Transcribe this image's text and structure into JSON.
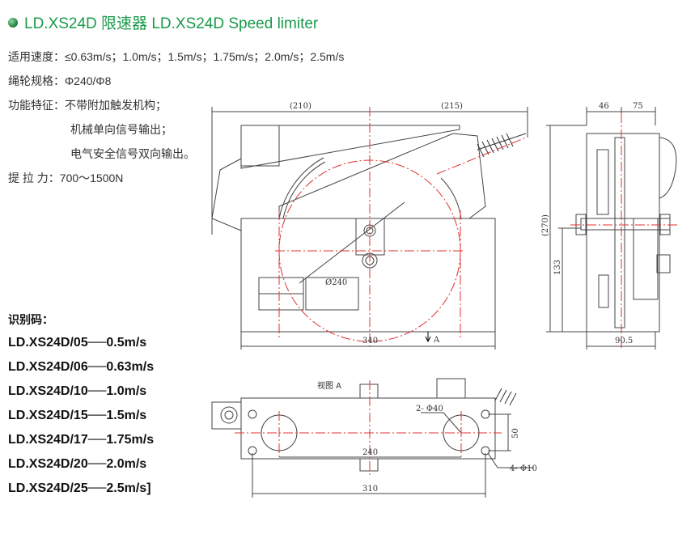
{
  "header": {
    "title": "LD.XS24D 限速器  LD.XS24D Speed limiter"
  },
  "specs": {
    "speed_label": "适用速度：",
    "speed_value": "≤0.63m/s；1.0m/s；1.5m/s；1.75m/s；2.0m/s；2.5m/s",
    "sheave_label": "绳轮规格：",
    "sheave_value": "Φ240/Φ8",
    "function_label": "功能特征：",
    "function_lines": [
      "不带附加触发机构；",
      "机械单向信号输出；",
      "电气安全信号双向输出。"
    ],
    "force_label": "提 拉 力：",
    "force_value": "700～1500N"
  },
  "codes": {
    "title": "识别码：",
    "items": [
      "LD.XS24D/05──0.5m/s",
      "LD.XS24D/06──0.63m/s",
      "LD.XS24D/10──1.0m/s",
      "LD.XS24D/15──1.5m/s",
      "LD.XS24D/17──1.75m/s",
      "LD.XS24D/20──2.0m/s",
      "LD.XS24D/25──2.5m/s]"
    ]
  },
  "drawing": {
    "front": {
      "dim_left": "(210)",
      "dim_right": "(215)",
      "dim_width": "340",
      "dim_diameter": "Ø240",
      "view_marker": "A"
    },
    "side": {
      "dim_top_left": "46",
      "dim_top_right": "75",
      "dim_height": "(270)",
      "dim_axis": "133",
      "dim_width": "90.5"
    },
    "view_a": {
      "label": "视图 A",
      "dim_holes_large": "2- Φ40",
      "dim_holes_small": "4- Φ10",
      "dim_spacing": "240",
      "dim_total": "310",
      "dim_vertical": "50"
    },
    "colors": {
      "title": "#1a9a4a",
      "centerline": "#e03030",
      "line": "#444444"
    }
  }
}
